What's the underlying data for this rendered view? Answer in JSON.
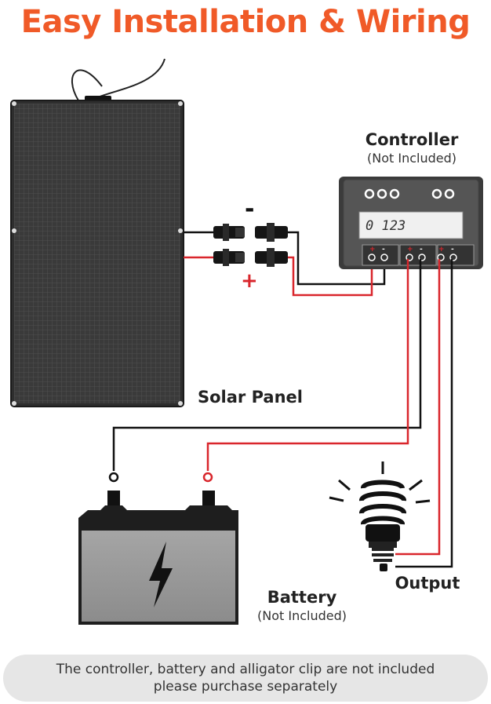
{
  "title": "Easy Installation & Wiring",
  "labels": {
    "controller": "Controller",
    "controller_note": "(Not Included)",
    "solar_panel": "Solar Panel",
    "battery": "Battery",
    "battery_note": "(Not Included)",
    "output": "Output",
    "minus": "-",
    "plus": "+"
  },
  "controller_display": "0 123",
  "footer": {
    "line1": "The controller, battery and alligator clip are not included",
    "line2": "please purchase separately"
  },
  "colors": {
    "accent": "#f05a28",
    "red_wire": "#d9262c",
    "black_wire": "#111111"
  }
}
